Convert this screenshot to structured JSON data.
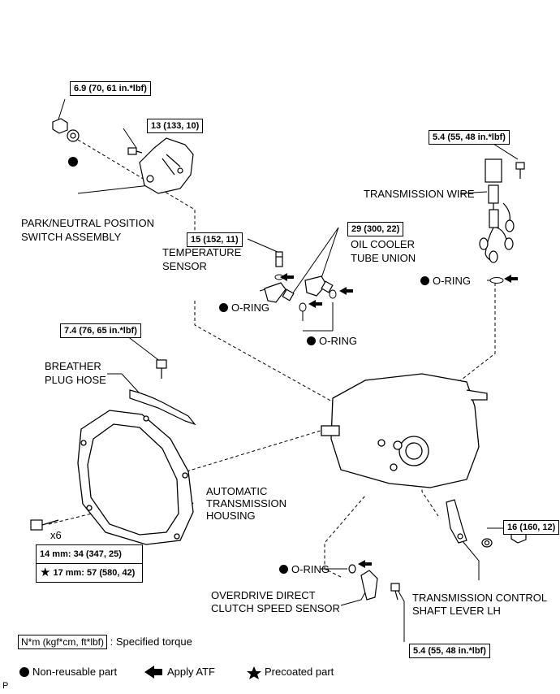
{
  "torques": {
    "nut_top": "6.9 (70, 61 in.*lbf)",
    "switch_bolt": "13 (133, 10)",
    "wire_bolt": "5.4 (55, 48 in.*lbf)",
    "temp_sensor": "15 (152, 11)",
    "oil_union": "29 (300, 22)",
    "breather_bolt": "7.4 (76, 65 in.*lbf)",
    "lever_nut": "16 (160, 12)",
    "housing_14mm": "14 mm: 34 (347, 25)",
    "housing_17mm": "17 mm: 57 (580, 42)",
    "speed_sensor_bolt": "5.4 (55, 48 in.*lbf)"
  },
  "labels": {
    "park_switch_1": "PARK/NEUTRAL POSITION",
    "park_switch_2": "SWITCH ASSEMBLY",
    "temp_sensor_1": "TEMPERATURE",
    "temp_sensor_2": "SENSOR",
    "oil_union_1": "OIL COOLER",
    "oil_union_2": "TUBE UNION",
    "trans_wire": "TRANSMISSION WIRE",
    "oring": "O-RING",
    "breather_1": "BREATHER",
    "breather_2": "PLUG HOSE",
    "housing_1": "AUTOMATIC",
    "housing_2": "TRANSMISSION",
    "housing_3": "HOUSING",
    "x6": "x6",
    "speed_sensor_1": "OVERDRIVE DIRECT",
    "speed_sensor_2": "CLUTCH SPEED SENSOR",
    "lever_1": "TRANSMISSION CONTROL",
    "lever_2": "SHAFT LEVER LH"
  },
  "legend": {
    "unit_box": "N*m (kgf*cm, ft*lbf)",
    "unit_text": ": Specified torque",
    "nonreusable": "Non-reusable part",
    "apply_atf": "Apply ATF",
    "precoated": "Precoated part"
  },
  "footer_code": "P"
}
